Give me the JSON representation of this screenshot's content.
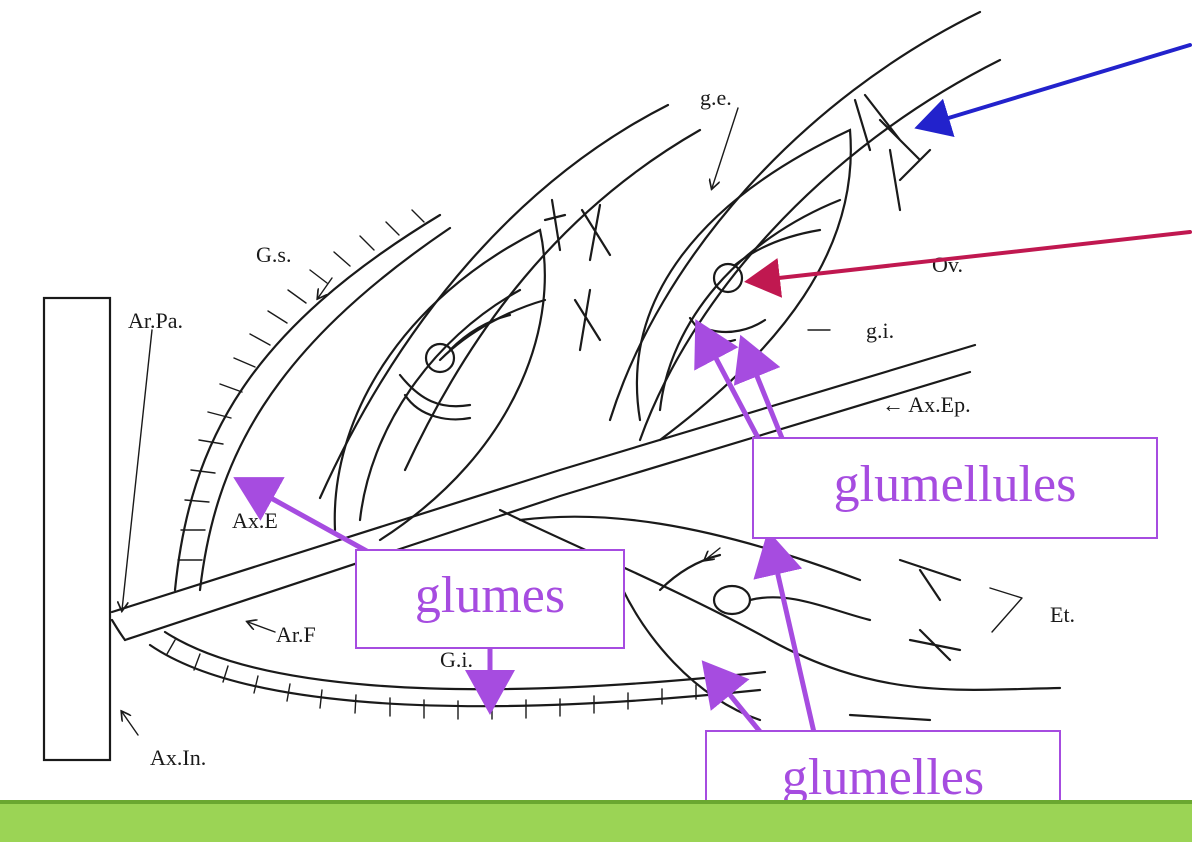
{
  "callouts": {
    "glumellules": "glumellules",
    "glumes": "glumes",
    "glumelles": "glumelles"
  },
  "labels": {
    "ge": "g.e.",
    "gs": "G.s.",
    "arpa": "Ar.Pa.",
    "ov": "Ov.",
    "gi": "g.i.",
    "axep": "← Ax.Ep.",
    "axe": "Ax.E",
    "arf": "Ar.F",
    "gi2": "G.i.",
    "et": "Et.",
    "axin": "Ax.In."
  },
  "colors": {
    "callout": "#a64ce0",
    "blue_arrow": "#2222cc",
    "red_arrow": "#c01850",
    "footer": "#9bd455",
    "ink": "#1a1a1a"
  }
}
